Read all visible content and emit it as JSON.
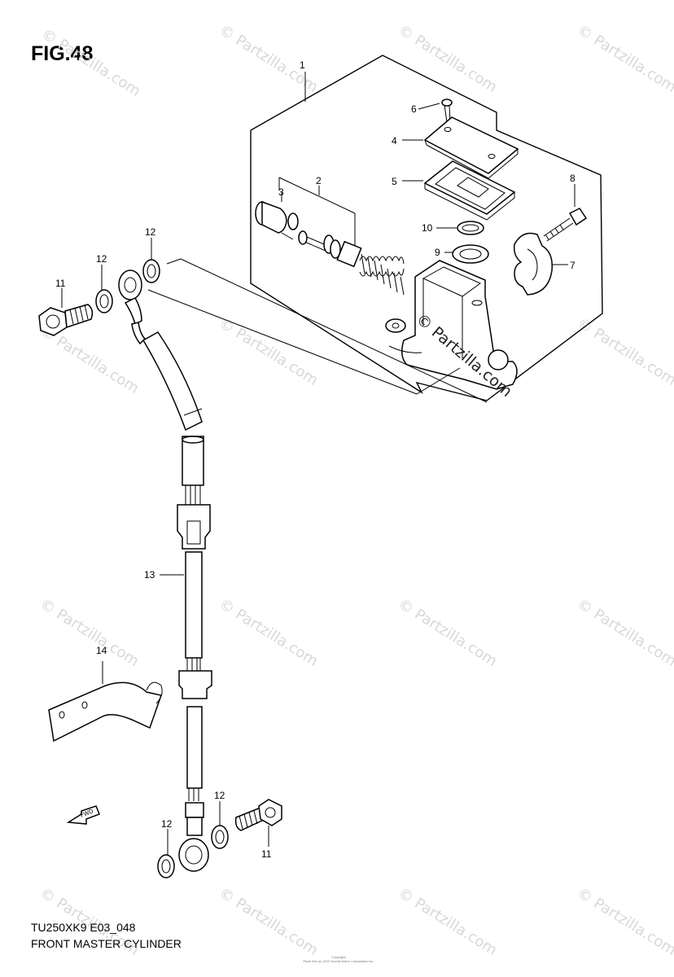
{
  "figure": {
    "title": "FIG.48",
    "model_code": "TU250XK9 E03_048",
    "name": "FRONT MASTER CYLINDER",
    "copyright_lines": [
      "Copyright",
      "Parts Info (c) 2019 Suzuki Motor Corporation Inc."
    ]
  },
  "watermark": {
    "text": "© Partzilla.com",
    "overlay_text": "© Partzilla.com"
  },
  "fwd_arrow_label": "FWD",
  "callouts": [
    {
      "id": "c1",
      "label": "1"
    },
    {
      "id": "c2",
      "label": "2"
    },
    {
      "id": "c3",
      "label": "3"
    },
    {
      "id": "c4",
      "label": "4"
    },
    {
      "id": "c5",
      "label": "5"
    },
    {
      "id": "c6",
      "label": "6"
    },
    {
      "id": "c7",
      "label": "7"
    },
    {
      "id": "c8",
      "label": "8"
    },
    {
      "id": "c9",
      "label": "9"
    },
    {
      "id": "c10",
      "label": "10"
    },
    {
      "id": "c11a",
      "label": "11"
    },
    {
      "id": "c11b",
      "label": "11"
    },
    {
      "id": "c12a",
      "label": "12"
    },
    {
      "id": "c12b",
      "label": "12"
    },
    {
      "id": "c12c",
      "label": "12"
    },
    {
      "id": "c12d",
      "label": "12"
    },
    {
      "id": "c13",
      "label": "13"
    },
    {
      "id": "c14",
      "label": "14"
    }
  ]
}
